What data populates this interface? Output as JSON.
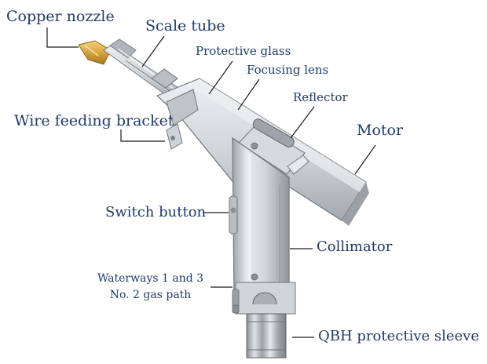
{
  "diagram": {
    "labels": {
      "copper_nozzle": "Copper nozzle",
      "scale_tube": "Scale tube",
      "protective_glass": "Protective glass",
      "focusing_lens": "Focusing lens",
      "reflector": "Reflector",
      "wire_feeding_bracket": "Wire feeding bracket",
      "motor": "Motor",
      "switch_button": "Switch button",
      "collimator": "Collimator",
      "waterways_line1": "Waterways 1 and 3",
      "waterways_line2": "No. 2 gas path",
      "qbh_protective_sleeve": "QBH protective sleeve"
    },
    "colors": {
      "label_text": "#1f3a68",
      "leader_line": "#1a1a1a",
      "body_metal": "#cfd3d7",
      "nozzle_copper": "#d9a441"
    }
  }
}
